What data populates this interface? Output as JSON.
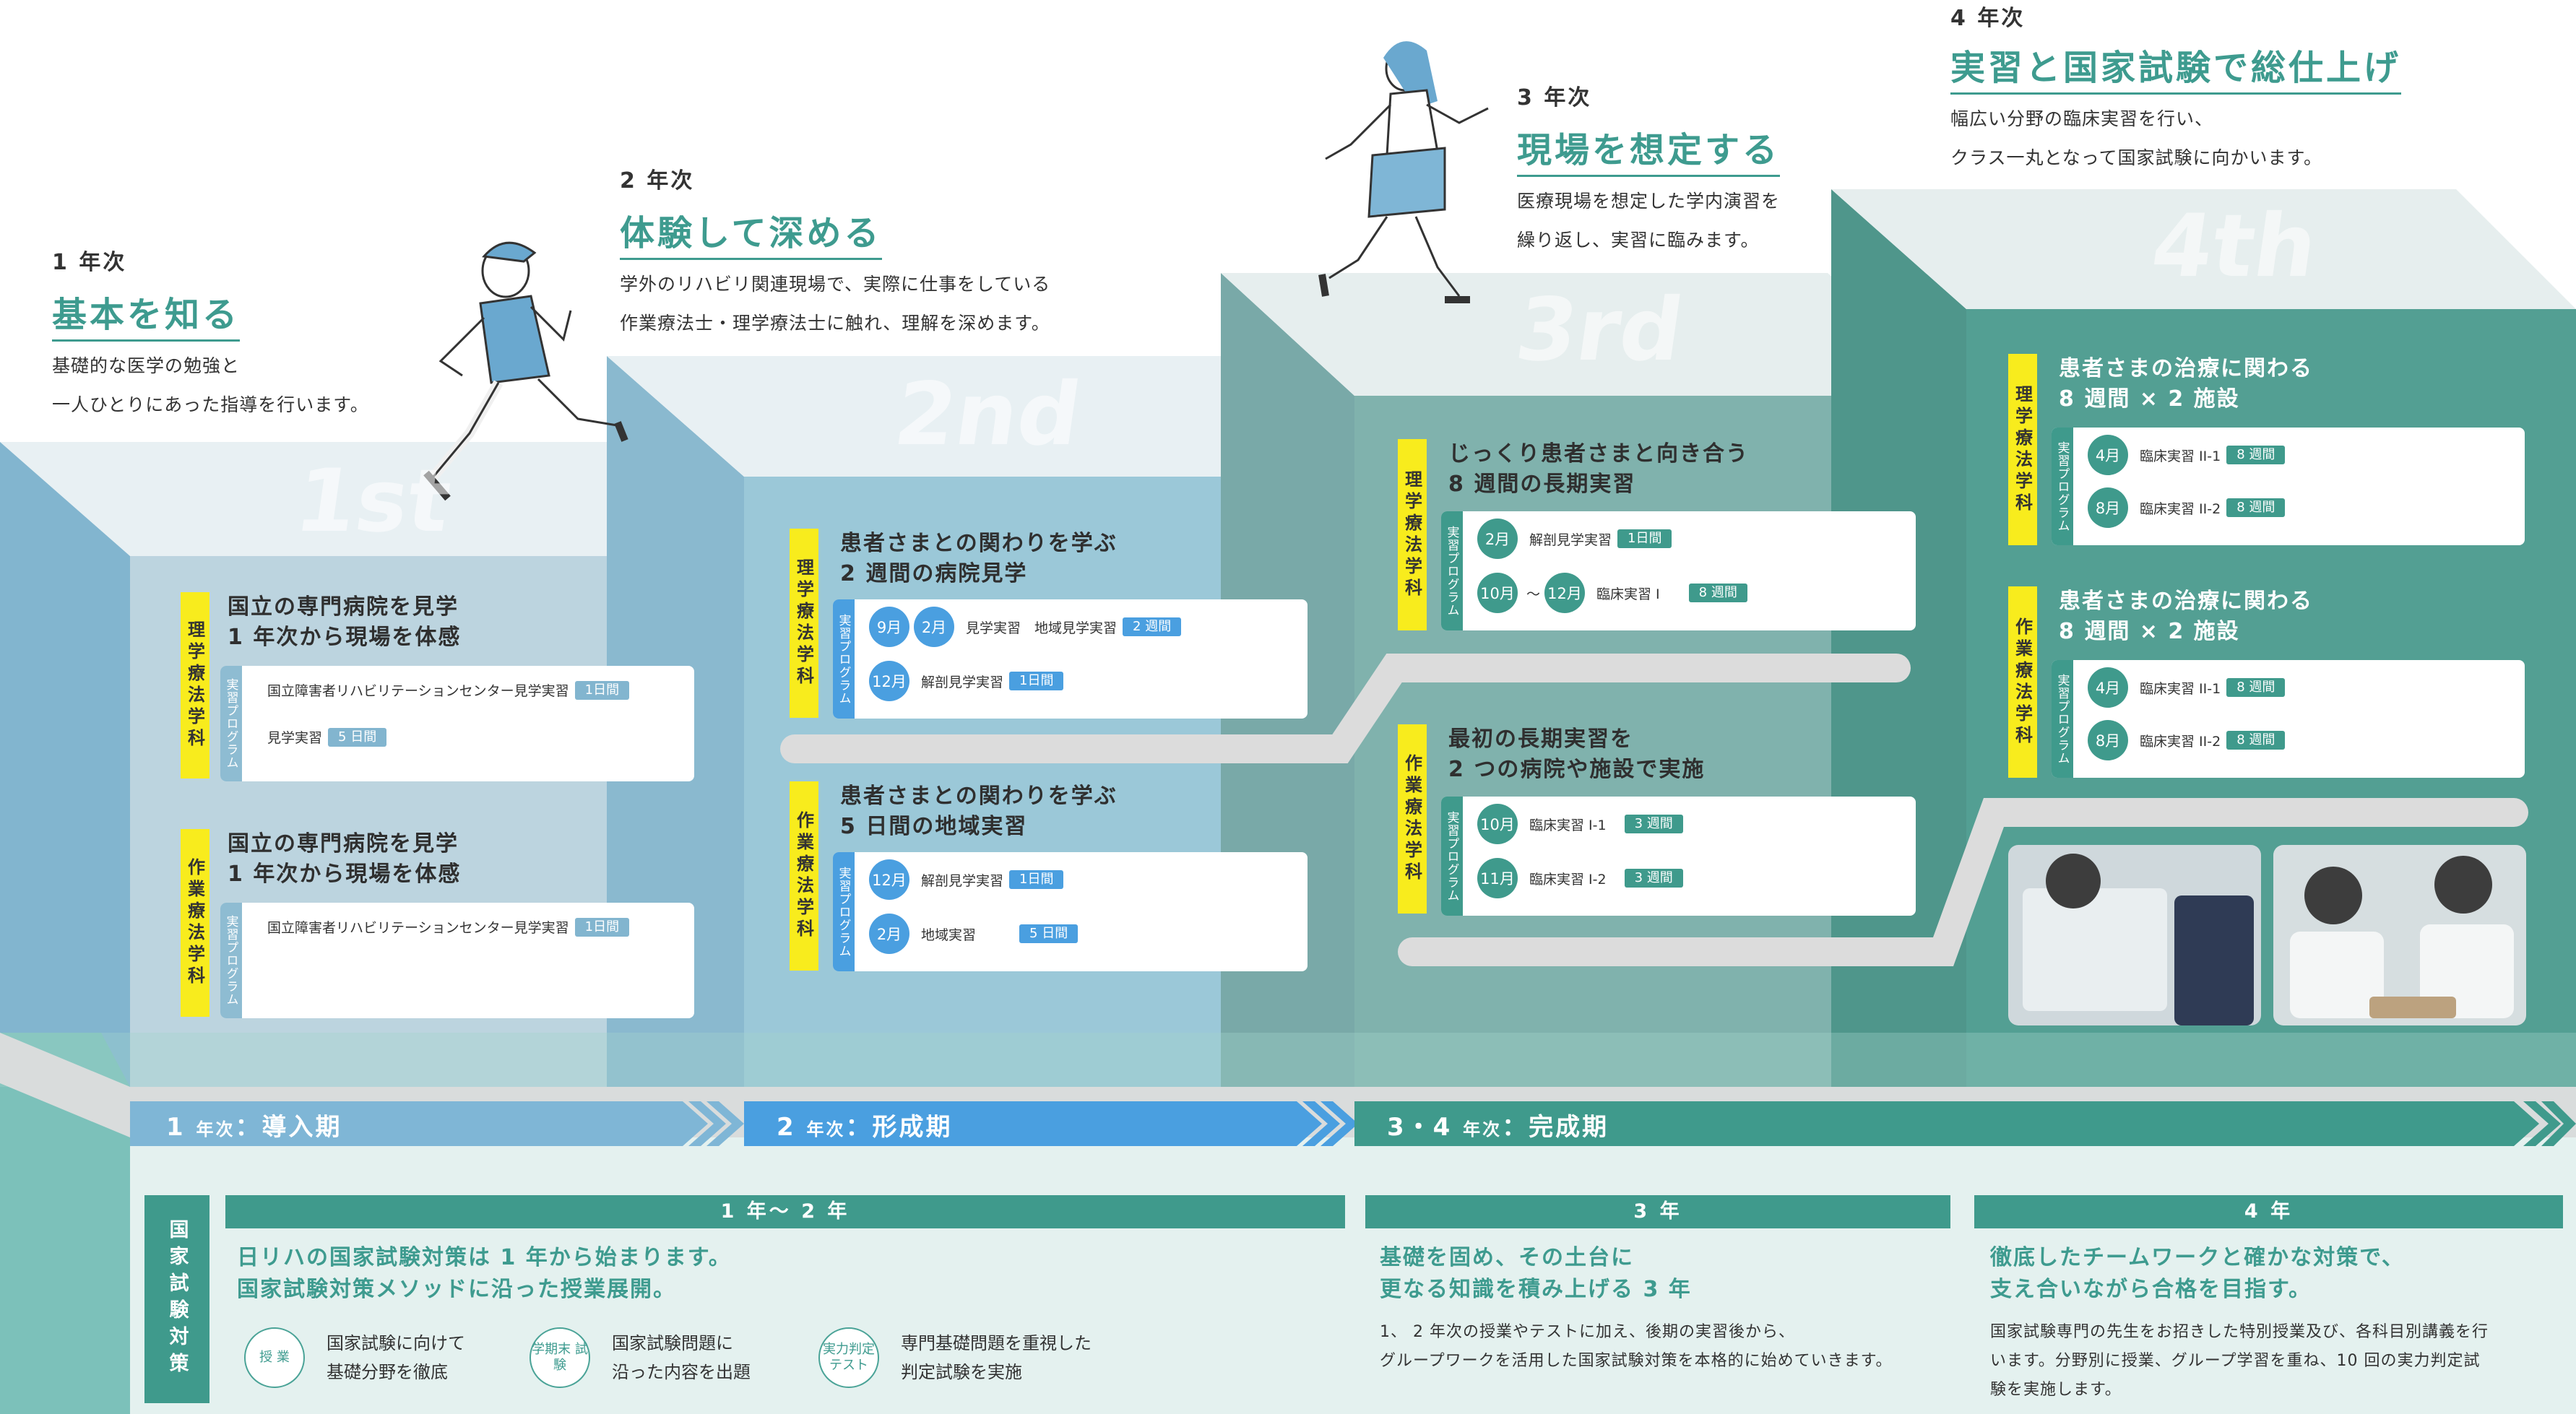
{
  "years": [
    {
      "small": "1 年次",
      "title": "基本を知る",
      "desc": [
        "基礎的な医学の勉強と",
        "一人ひとりにあった指導を行います。"
      ],
      "big": "1st"
    },
    {
      "small": "2 年次",
      "title": "体験して深める",
      "desc": [
        "学外のリハビリ関連現場で、実際に仕事をしている",
        "作業療法士・理学療法士に触れ、理解を深めます。"
      ],
      "big": "2nd"
    },
    {
      "small": "3 年次",
      "title": "現場を想定する",
      "desc": [
        "医療現場を想定した学内演習を",
        "繰り返し、実習に臨みます。"
      ],
      "big": "3rd"
    },
    {
      "small": "4 年次",
      "title": "実習と国家試験で総仕上げ",
      "desc": [
        "幅広い分野の臨床実習を行い、",
        "クラス一丸となって国家試験に向かいます。"
      ],
      "big": "4th"
    }
  ],
  "dept": {
    "pt": "理学療法学科",
    "ot": "作業療法学科"
  },
  "prog_label": "実習プログラム",
  "y1": {
    "pt": {
      "title": [
        "国立の専門病院を見学",
        "1 年次から現場を体感"
      ],
      "rows": [
        {
          "label": "国立障害者リハビリテーションセンター見学実習",
          "dur": "1日間"
        },
        {
          "label": "見学実習",
          "dur": "5 日間"
        }
      ]
    },
    "ot": {
      "title": [
        "国立の専門病院を見学",
        "1 年次から現場を体感"
      ],
      "rows": [
        {
          "label": "国立障害者リハビリテーションセンター見学実習",
          "dur": "1日間"
        }
      ]
    }
  },
  "y2": {
    "pt": {
      "title": [
        "患者さまとの関わりを学ぶ",
        "2 週間の病院見学"
      ],
      "rows": [
        {
          "m1": "9月",
          "m2": "2月",
          "label": "見学実習　地域見学実習",
          "dur": "2 週間"
        },
        {
          "m1": "12月",
          "label": "解剖見学実習",
          "dur": "1日間"
        }
      ]
    },
    "ot": {
      "title": [
        "患者さまとの関わりを学ぶ",
        "5 日間の地域実習"
      ],
      "rows": [
        {
          "m1": "12月",
          "label": "解剖見学実習",
          "dur": "1日間"
        },
        {
          "m1": "2月",
          "label": "地域実習",
          "dur": "5 日間"
        }
      ]
    }
  },
  "y3": {
    "pt": {
      "title": [
        "じっくり患者さまと向き合う",
        "8 週間の長期実習"
      ],
      "rows": [
        {
          "m1": "2月",
          "label": "解剖見学実習",
          "dur": "1日間"
        },
        {
          "m1": "10月",
          "tilde": "〜",
          "m2": "12月",
          "label": "臨床実習 I",
          "dur": "8 週間"
        }
      ]
    },
    "ot": {
      "title": [
        "最初の長期実習を",
        "2 つの病院や施設で実施"
      ],
      "rows": [
        {
          "m1": "10月",
          "label": "臨床実習 I-1",
          "dur": "3 週間"
        },
        {
          "m1": "11月",
          "label": "臨床実習 I-2",
          "dur": "3 週間"
        }
      ]
    }
  },
  "y4": {
    "pt": {
      "title": [
        "患者さまの治療に関わる",
        "8 週間 × 2 施設"
      ],
      "rows": [
        {
          "m1": "4月",
          "label": "臨床実習 II-1",
          "dur": "8 週間"
        },
        {
          "m1": "8月",
          "label": "臨床実習 II-2",
          "dur": "8 週間"
        }
      ]
    },
    "ot": {
      "title": [
        "患者さまの治療に関わる",
        "8 週間 × 2 施設"
      ],
      "rows": [
        {
          "m1": "4月",
          "label": "臨床実習 II-1",
          "dur": "8 週間"
        },
        {
          "m1": "8月",
          "label": "臨床実習 II-2",
          "dur": "8 週間"
        }
      ]
    }
  },
  "phases": [
    {
      "num": "1",
      "small": "年次",
      "label": "：導入期"
    },
    {
      "num": "2",
      "small": "年次",
      "label": "：形成期"
    },
    {
      "num": "3・4",
      "small": "年次",
      "label": "：完成期"
    }
  ],
  "nat": {
    "side": "国家試験対策",
    "cols": [
      {
        "head": "1 年〜 2 年",
        "title": [
          "日リハの国家試験対策は 1 年から始まります。",
          "国家試験対策メソッドに沿った授業展開。"
        ]
      },
      {
        "head": "3 年",
        "title": [
          "基礎を固め、その土台に",
          "更なる知識を積み上げる 3 年"
        ],
        "desc": [
          "1、 2 年次の授業やテストに加え、後期の実習後から、",
          "グループワークを活用した国家試験対策を本格的に始めていきます。"
        ]
      },
      {
        "head": "4 年",
        "title": [
          "徹底したチームワークと確かな対策で、",
          "支え合いながら合格を目指す。"
        ],
        "desc": [
          "国家試験専門の先生をお招きした特別授業及び、各科目別講義を行",
          "います。分野別に授業、グループ学習を重ね、10 回の実力判定試",
          "験を実施します。"
        ]
      }
    ],
    "items": [
      {
        "circle": "授 業",
        "text": [
          "国家試験に向けて",
          "基礎分野を徹底"
        ]
      },
      {
        "circle": "学期末 試験",
        "text": [
          "国家試験問題に",
          "沿った内容を出題"
        ]
      },
      {
        "circle": "実力判定 テスト",
        "text": [
          "専門基礎問題を重視した",
          "判定試験を実施"
        ]
      }
    ]
  },
  "colors": {
    "y1": "#b9d3df",
    "y2": "#97c6d6",
    "y3": "#7bb0ab",
    "y4": "#519e91",
    "teal": "#3e9b8f",
    "yellow": "#f8ec1d",
    "phase1": "#7fb6d6",
    "phase2": "#4a9fe0",
    "phase3": "#3f9a8c"
  }
}
